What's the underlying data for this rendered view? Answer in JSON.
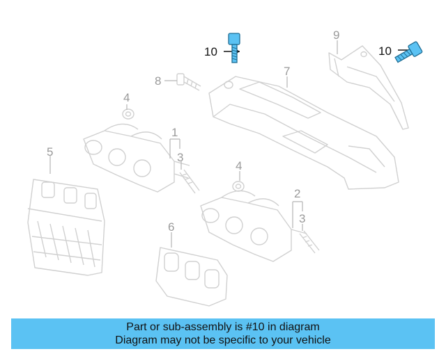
{
  "diagram": {
    "callouts": {
      "c1": "1",
      "c2": "2",
      "c3a": "3",
      "c3b": "3",
      "c4a": "4",
      "c4b": "4",
      "c5": "5",
      "c6": "6",
      "c7": "7",
      "c8": "8",
      "c9": "9",
      "c10a": "10",
      "c10b": "10"
    },
    "colors": {
      "part_line": "#d2d2d2",
      "highlight": "#5bc2f3",
      "banner": "#5bc2f3"
    }
  },
  "banner": {
    "line1": "Part or sub-assembly is #10 in diagram",
    "line2": "Diagram may not be specific to your vehicle"
  }
}
